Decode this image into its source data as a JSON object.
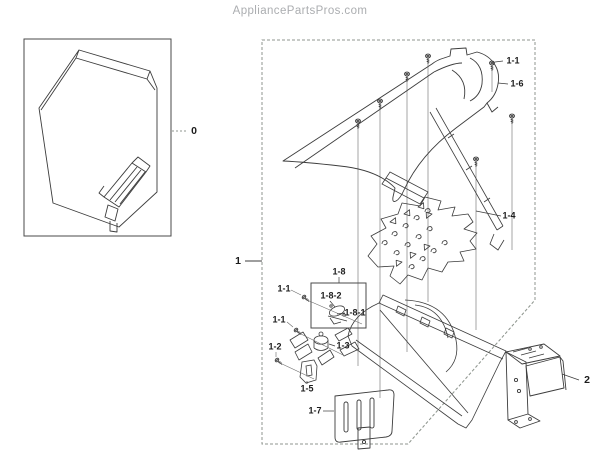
{
  "header": {
    "site_watermark": "AppliancePartsPros.com"
  },
  "colors": {
    "line_art": "#3c3c3c",
    "dashed_border": "#8f968f",
    "label_text": "#1c1c1c",
    "watermark_text": "#abadb0",
    "background": "#ffffff"
  },
  "inset_panel": {
    "callout": "0"
  },
  "main_assembly": {
    "callout": "1"
  },
  "bracket_part": {
    "callout": "2"
  },
  "callouts": {
    "c1_1_top": "1-1",
    "c1_6": "1-6",
    "c1_4": "1-4",
    "c1_8": "1-8",
    "c1_8_2": "1-8-2",
    "c1_8_1": "1-8-1",
    "c1_1_mid": "1-1",
    "c1_1_low": "1-1",
    "c1_2": "1-2",
    "c1_3": "1-3",
    "c1_5": "1-5",
    "c1_7": "1-7"
  }
}
